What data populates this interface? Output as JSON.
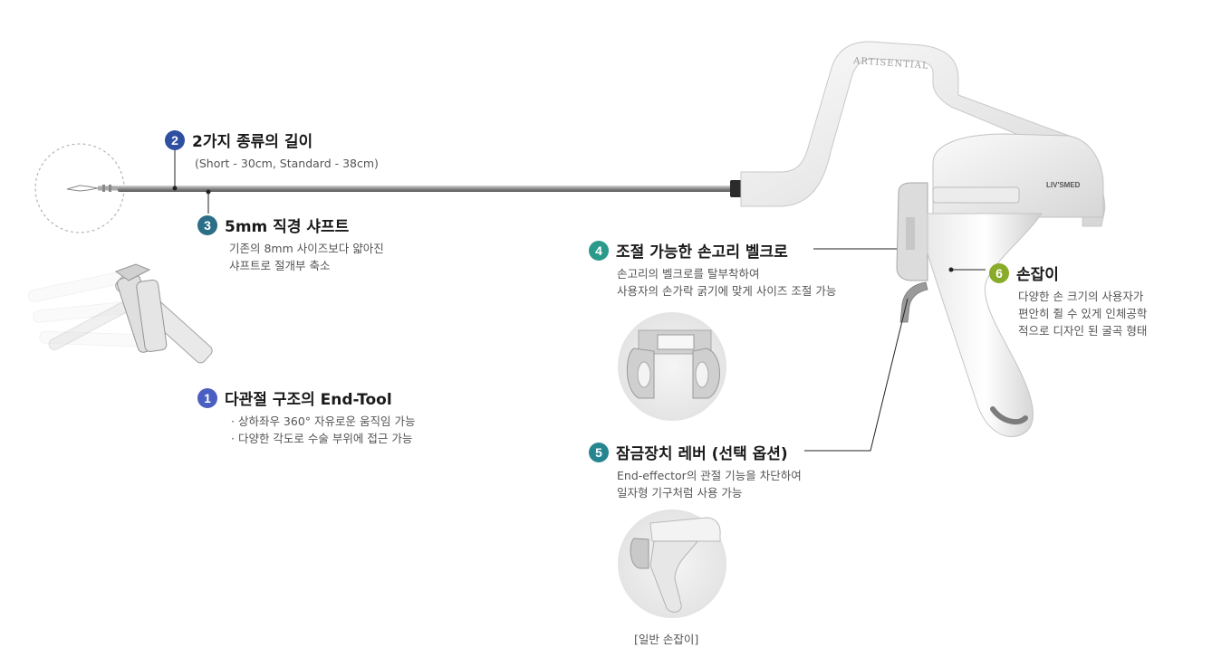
{
  "features": [
    {
      "num": "1",
      "color": "#4a5fc1",
      "title": "다관절 구조의 End-Tool",
      "desc": [
        "· 상하좌우 360° 자유로운 움직임 가능",
        "· 다양한 각도로 수술 부위에 접근 가능"
      ]
    },
    {
      "num": "2",
      "color": "#2f4fa2",
      "title": "2가지 종류의 길이",
      "desc": [
        "(Short - 30cm, Standard - 38cm)"
      ]
    },
    {
      "num": "3",
      "color": "#2a6f87",
      "title": "5mm 직경 샤프트",
      "desc": [
        "기존의 8mm 사이즈보다 얇아진",
        "샤프트로 절개부 축소"
      ]
    },
    {
      "num": "4",
      "color": "#2a9a8a",
      "title": "조절 가능한 손고리 벨크로",
      "desc": [
        "손고리의 벨크로를 탈부착하여",
        "사용자의 손가락 굵기에 맞게 사이즈 조절 가능"
      ]
    },
    {
      "num": "5",
      "color": "#26868f",
      "title": "잠금장치 레버 (선택 옵션)",
      "desc": [
        "End-effector의 관절 기능을 차단하여",
        "일자형 기구처럼 사용 가능"
      ]
    },
    {
      "num": "6",
      "color": "#8aab2a",
      "title": "손잡이",
      "desc": [
        "다양한 손 크기의 사용자가",
        "편안히 쥘 수 있게 인체공학",
        "적으로 디자인 된 굴곡 형태"
      ]
    }
  ],
  "caption": "[일반 손잡이]",
  "device": {
    "brand_top": "ARTISENTIAL",
    "brand_body": "LIV'SMED",
    "icon": "surgical-instrument-illustration"
  }
}
